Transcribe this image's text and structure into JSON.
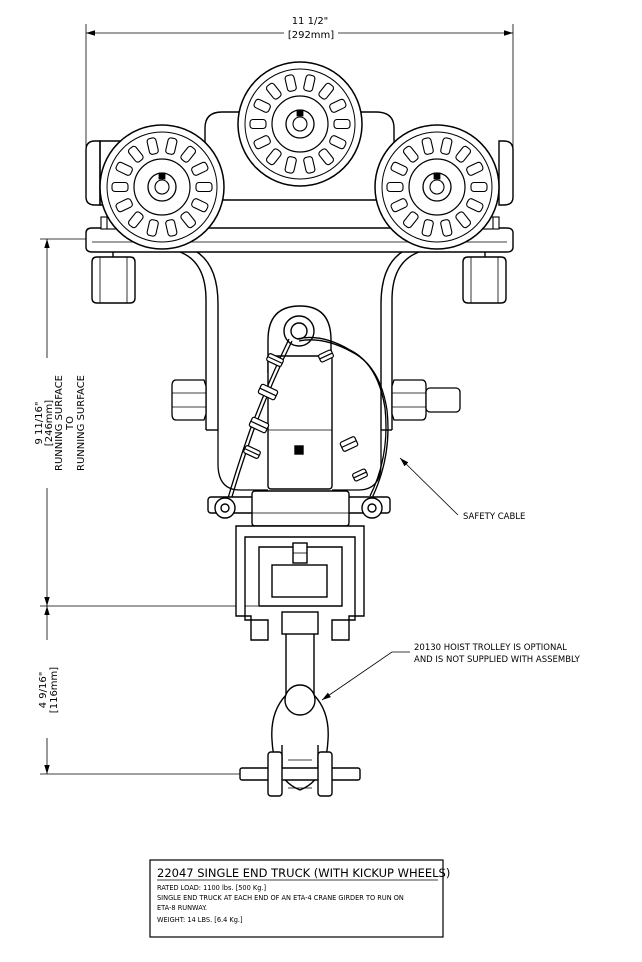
{
  "dimensions": {
    "width_imperial": "11 1/2\"",
    "width_metric": "[292mm]",
    "height_upper_imperial": "9 11/16\"",
    "height_upper_metric": "[246mm]",
    "height_upper_label1": "RUNNING SURFACE",
    "height_upper_label2": "TO",
    "height_upper_label3": "RUNNING SURFACE",
    "height_lower_imperial": "4 9/16\"",
    "height_lower_metric": "[116mm]"
  },
  "callouts": {
    "safety_cable": "SAFETY CABLE",
    "trolley_line1": "20130 HOIST TROLLEY IS OPTIONAL",
    "trolley_line2": "AND IS NOT SUPPLIED WITH ASSEMBLY"
  },
  "title_block": {
    "title": "22047 SINGLE END TRUCK (WITH KICKUP WHEELS)",
    "rated_load": "RATED LOAD: 1100 lbs. [500 Kg.]",
    "description_line1": "SINGLE END TRUCK AT EACH END OF AN ETA-4 CRANE GIRDER TO RUN ON",
    "description_line2": "ETA-8 RUNWAY.",
    "weight": "WEIGHT: 14 LBS. [6.4 Kg.]"
  }
}
